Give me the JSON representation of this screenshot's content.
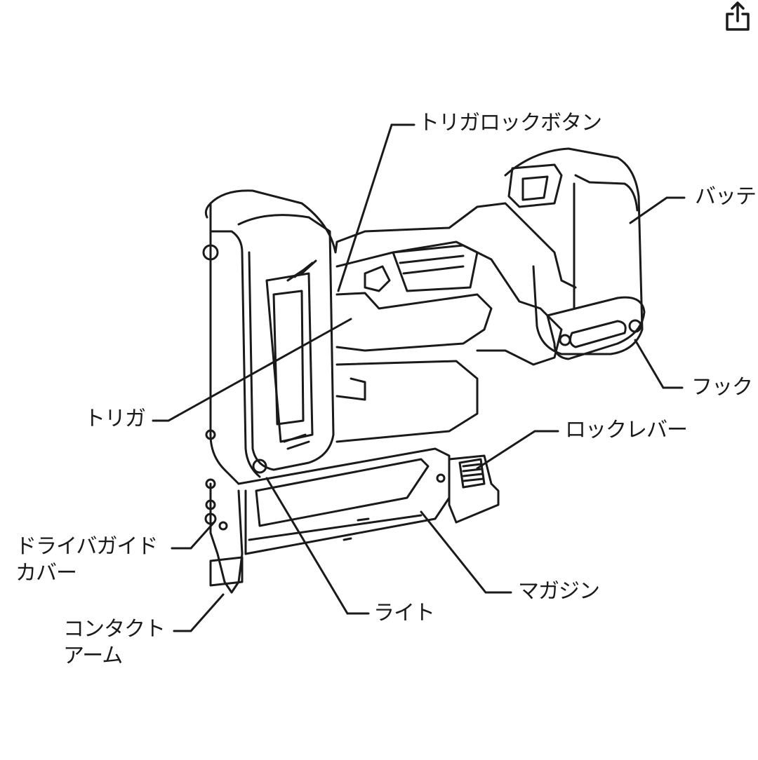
{
  "toolbar": {
    "share_icon": "share-icon"
  },
  "diagram": {
    "labels": {
      "trigger_lock_button": "トリガロックボタン",
      "battery": "バッテ",
      "hook": "フック",
      "trigger": "トリガ",
      "lock_lever": "ロックレバー",
      "driver_guide_cover_line1": "ドライバガイド",
      "driver_guide_cover_line2": "カバー",
      "magazine": "マガジン",
      "light": "ライト",
      "contact_arm_line1": "コンタクト",
      "contact_arm_line2": "アーム"
    },
    "colors": {
      "ink": "#1a1a1a",
      "background": "#ffffff"
    }
  }
}
